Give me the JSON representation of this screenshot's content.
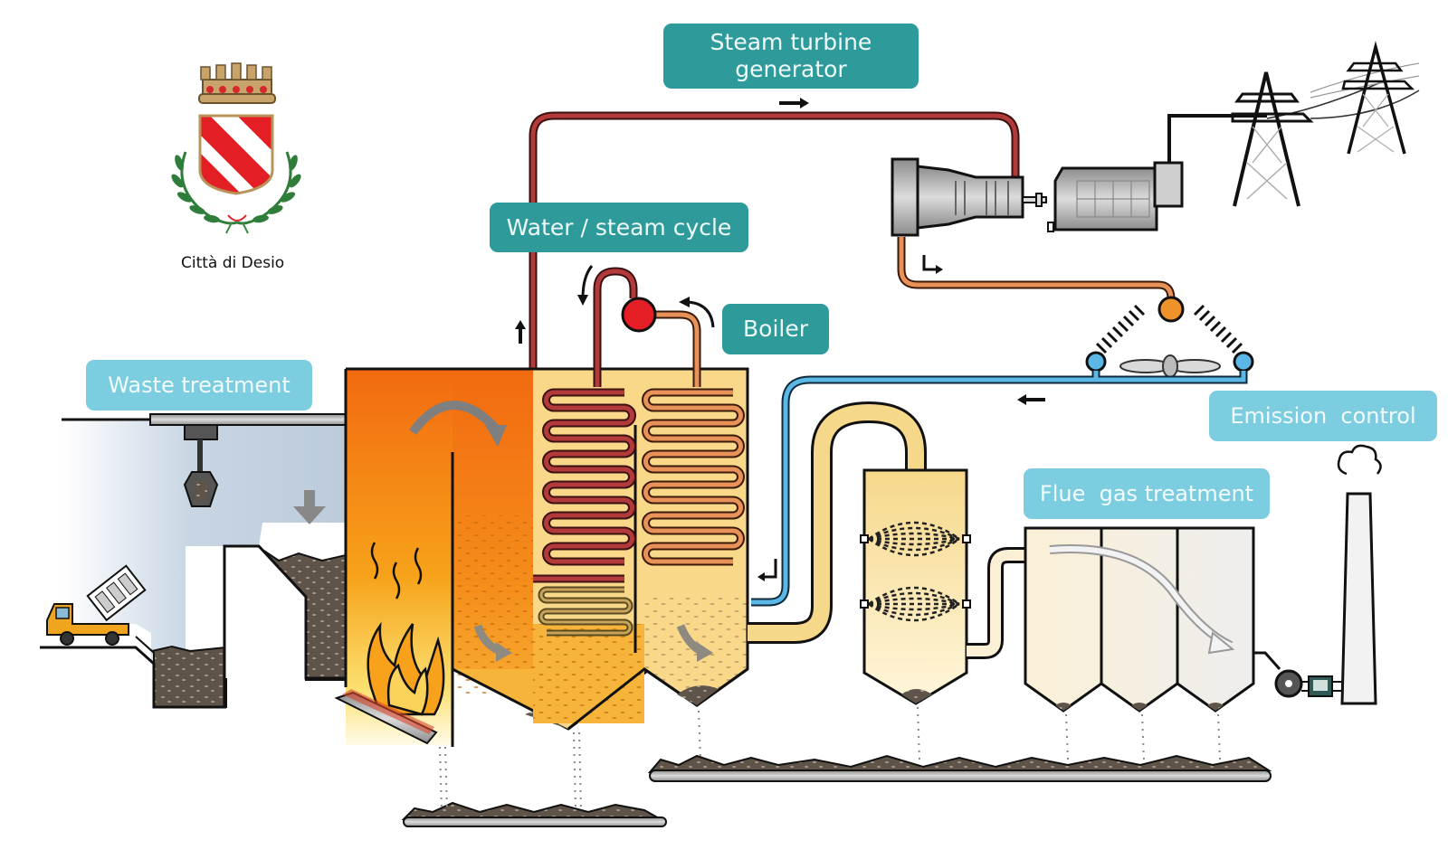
{
  "emblem": {
    "caption": "Città di Desio",
    "crown_color": "#c8a46a",
    "shield_stripe_color": "#e31e24",
    "wreath_color": "#2e7d3a"
  },
  "labels": {
    "steam_turbine": "Steam turbine generator",
    "steam_turbine_line1": "Steam turbine",
    "steam_turbine_line2": "generator",
    "water_steam_cycle": "Water / steam cycle",
    "boiler": "Boiler",
    "waste_treatment": "Waste treatment",
    "emission_control": "Emission  control",
    "flue_gas_treatment": "Flue  gas treatment"
  },
  "colors": {
    "label_teal": "#2e9b9a",
    "label_light_blue": "#7ccde0",
    "steam_pipe": "#b23a3a",
    "condensate_pipe": "#e8925a",
    "cooling_water_pipe": "#5bb8e6",
    "flue_gas_duct": "#f6d88a",
    "furnace_hot": "#f26a10",
    "furnace_warm": "#f7c21a",
    "boiler_drum": "#e51e25",
    "bunker": "#c9d6e3",
    "ash": "#6b5e52"
  },
  "flow_arrows": [
    {
      "location": "steam-line",
      "direction": "right"
    },
    {
      "location": "riser",
      "direction": "up"
    },
    {
      "location": "downcomer",
      "direction": "down"
    },
    {
      "location": "boiler-return",
      "direction": "left"
    },
    {
      "location": "turbine-exhaust",
      "direction": "down-right"
    },
    {
      "location": "feedwater-return",
      "direction": "left"
    },
    {
      "location": "economizer-inlet",
      "direction": "down-left"
    }
  ]
}
